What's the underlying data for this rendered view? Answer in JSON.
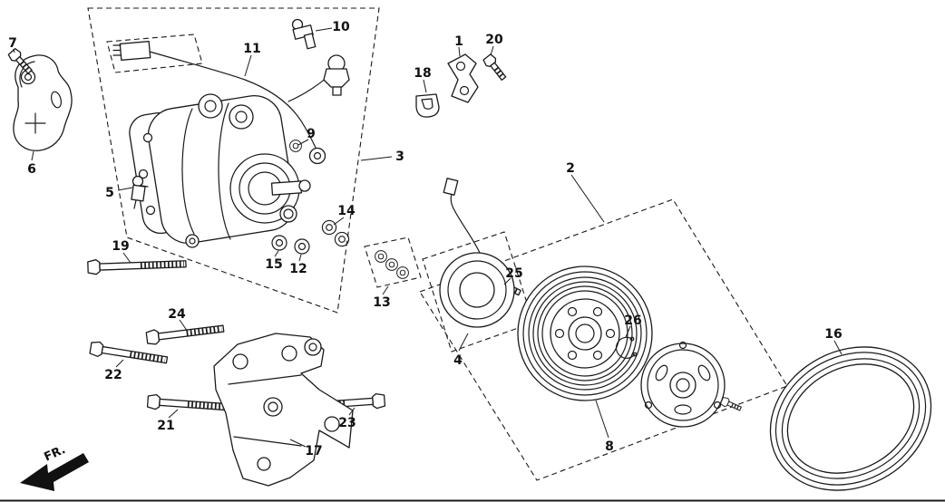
{
  "colors": {
    "line": "#1a1a1a",
    "background": "#ffffff"
  },
  "callouts": {
    "1": "1",
    "2": "2",
    "3": "3",
    "4": "4",
    "5": "5",
    "6": "6",
    "7": "7",
    "8": "8",
    "9": "9",
    "10": "10",
    "11": "11",
    "12": "12",
    "13": "13",
    "14": "14",
    "15": "15",
    "16": "16",
    "17": "17",
    "18": "18",
    "19": "19",
    "20": "20",
    "21": "21",
    "22": "22",
    "23": "23",
    "24": "24",
    "25": "25",
    "26": "26"
  },
  "fr_indicator": {
    "label": "FR."
  }
}
